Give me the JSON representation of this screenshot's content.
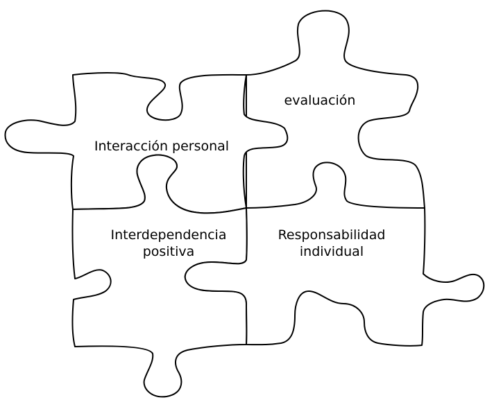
{
  "pieces": {
    "top_right": {
      "label": "evaluación"
    },
    "top_left": {
      "label": "Interacción personal"
    },
    "bottom_left": {
      "line1": "Interdependencia",
      "line2": "positiva"
    },
    "bottom_right": {
      "line1": "Responsabilidad",
      "line2": "individual"
    }
  },
  "colors": {
    "stroke": "#000000",
    "fill": "#ffffff"
  }
}
